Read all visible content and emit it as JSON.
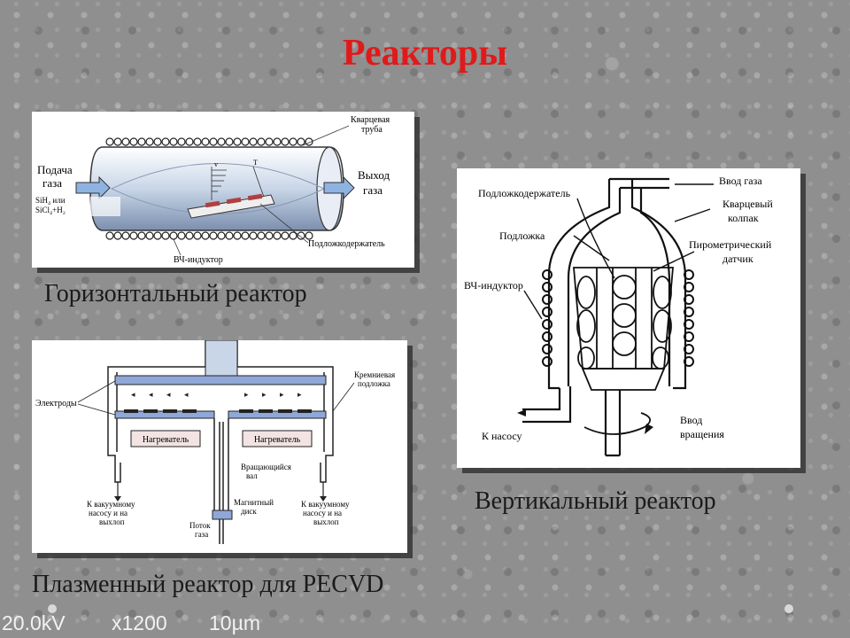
{
  "slide": {
    "title": "Реакторы",
    "captions": {
      "horizontal": "Горизонтальный реактор",
      "vertical": "Вертикальный реактор",
      "plasma": "Плазменный реактор для PECVD"
    }
  },
  "horizontal_diagram": {
    "quartz_tube": "Кварцевая труба",
    "gas_inlet": "Подача газа",
    "gas_mix_1": "SiH₄ или",
    "gas_mix_2": "SiCl₄+H₂",
    "gas_outlet": "Выход газа",
    "substrate_holder": "Подложкодержатель",
    "rf_inductor": "ВЧ-индуктор",
    "v_label": "v",
    "t_label": "T"
  },
  "vertical_diagram": {
    "gas_inlet": "Ввод газа",
    "substrate_holder": "Подложкодержатель",
    "quartz_cap": "Кварцевый колпак",
    "substrate": "Подложка",
    "pyrometric_sensor": "Пирометрический датчик",
    "rf_inductor": "ВЧ-индуктор",
    "to_pump": "К насосу",
    "rotation_input": "Ввод вращения"
  },
  "plasma_diagram": {
    "silicon_substrate": "Кремниевая подложка",
    "electrodes": "Электроды",
    "heater_left": "Нагреватель",
    "heater_right": "Нагреватель",
    "rotating_shaft": "Вращающийся вал",
    "magnetic_disk": "Магнитный диск",
    "gas_flow": "Поток газа",
    "vacuum_pump_left": "К вакуумному насосу и на выхлоп",
    "vacuum_pump_right": "К вакуумному насосу и на выхлоп"
  },
  "sem_bar": {
    "voltage": "20.0kV",
    "magnification": "x1200",
    "scale": "10µm"
  }
}
